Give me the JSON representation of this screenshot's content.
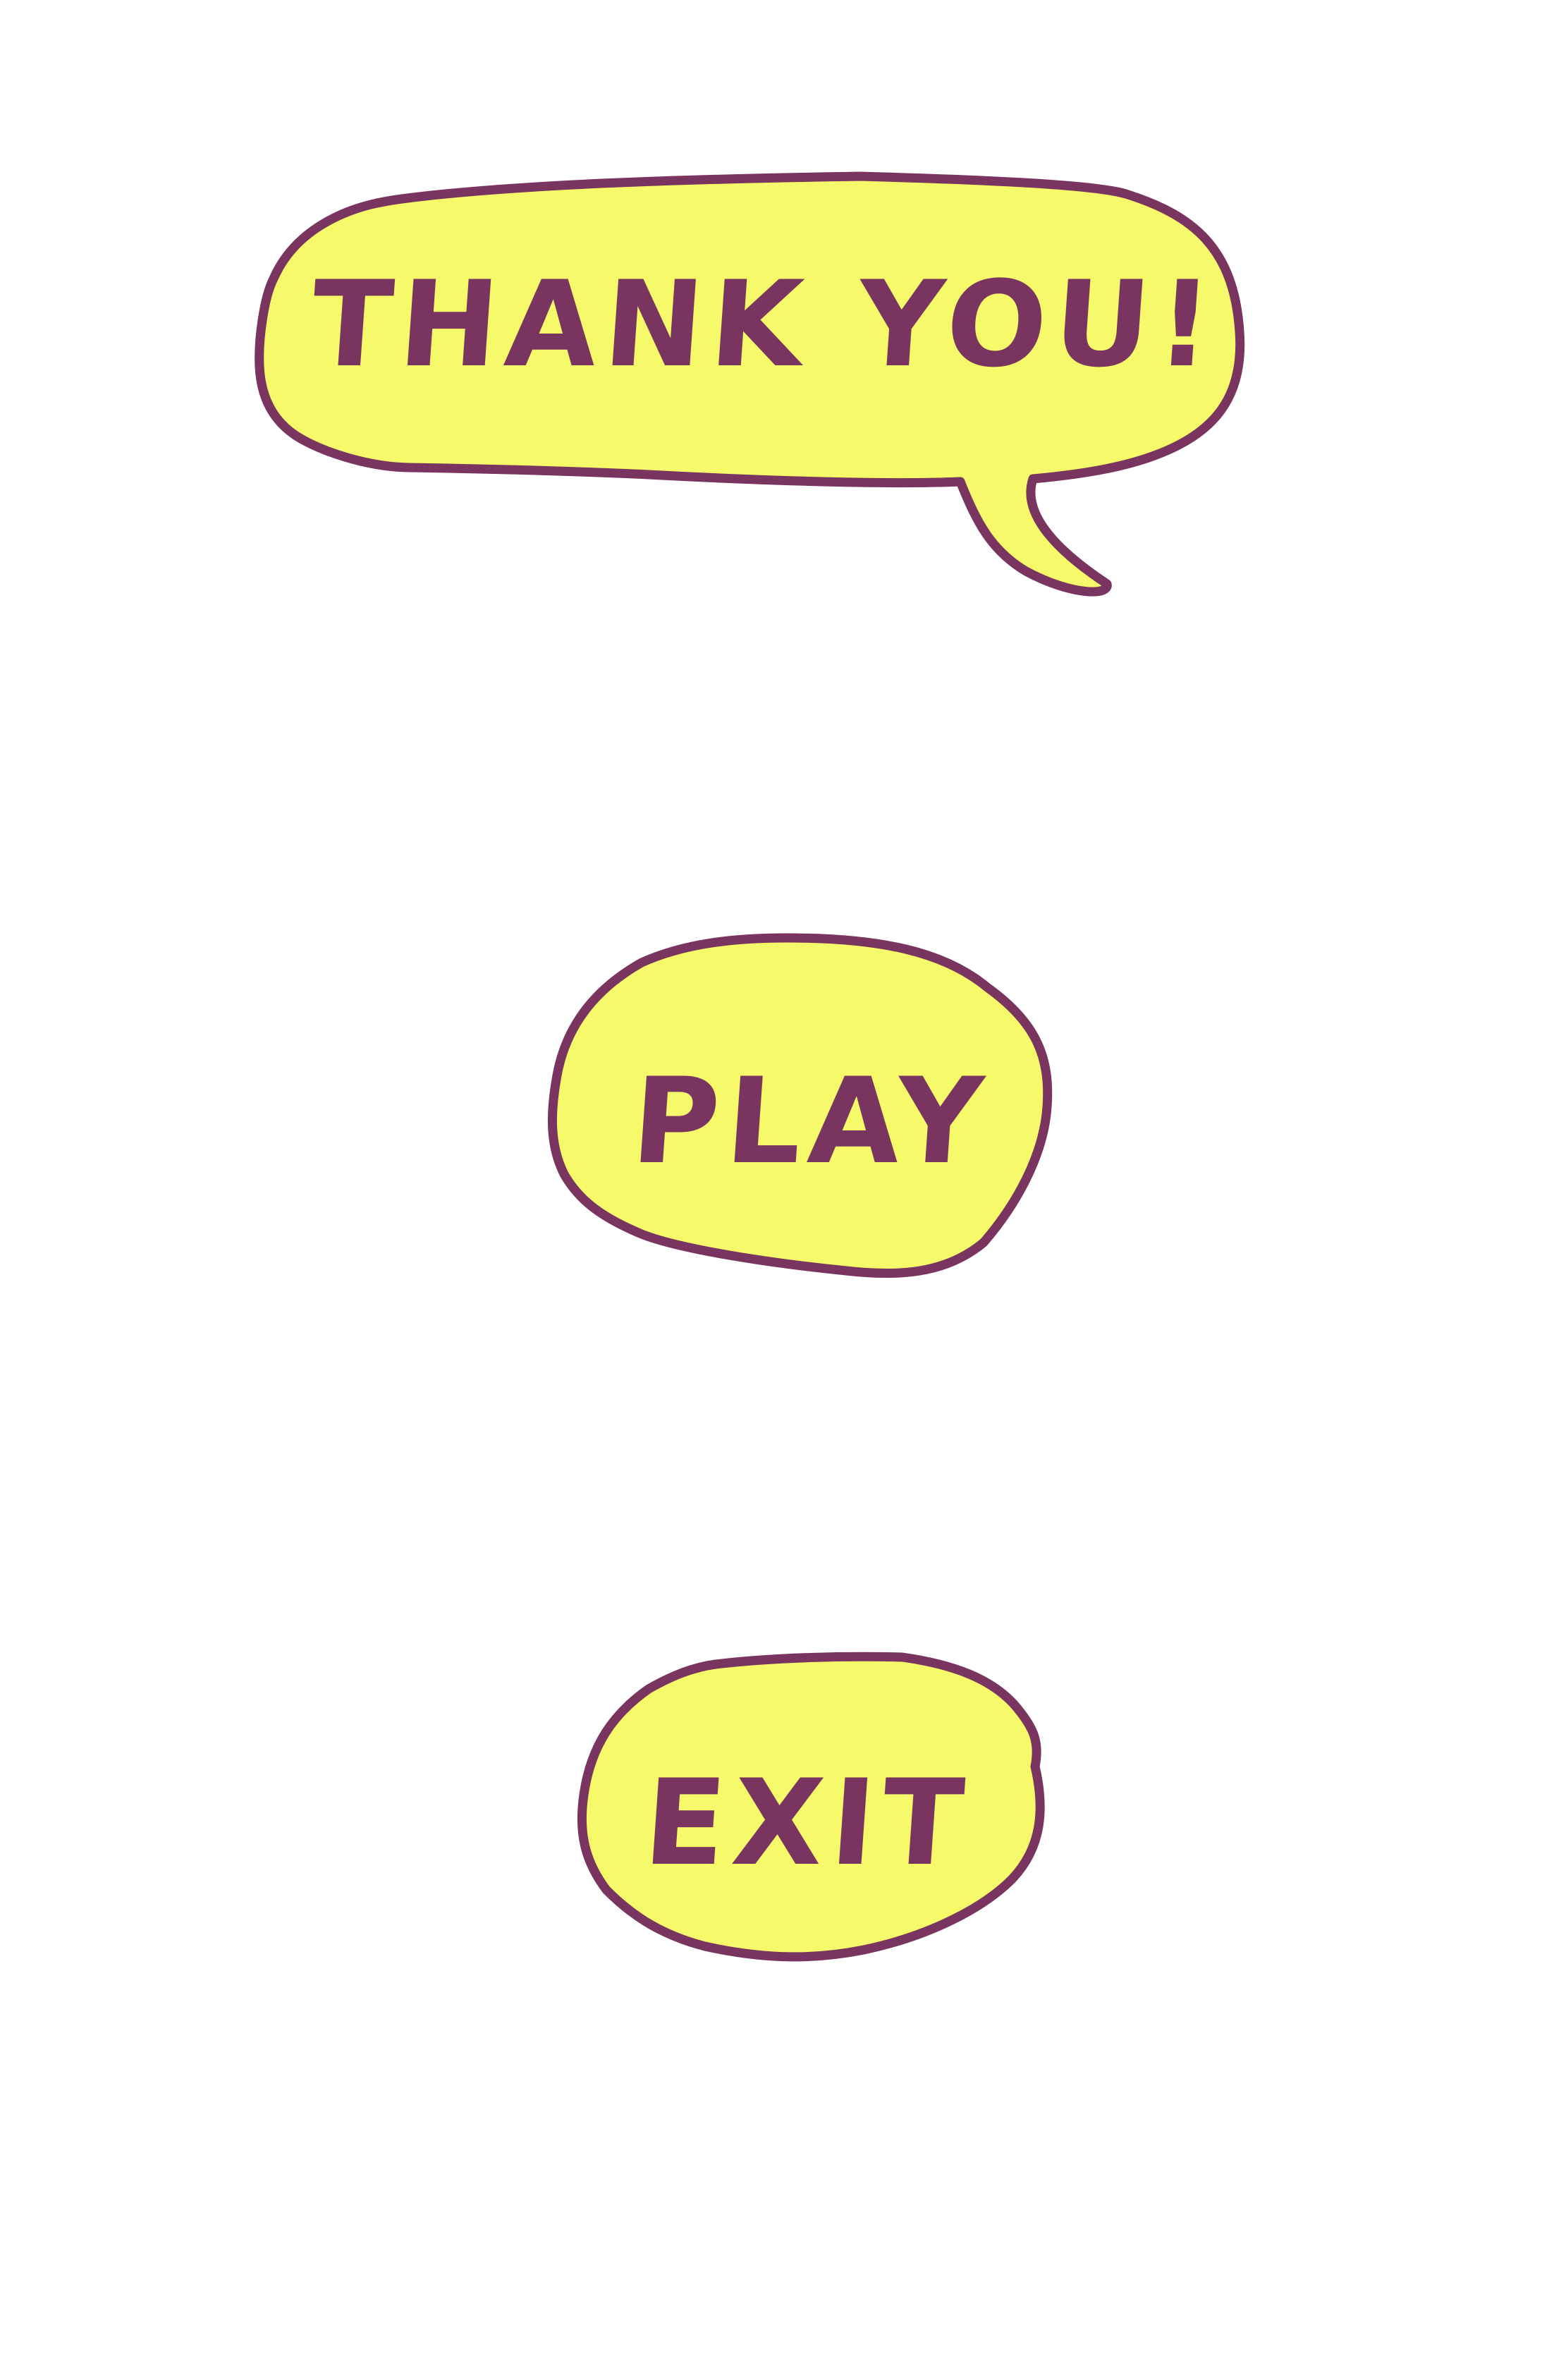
{
  "title_bubble": {
    "text": "THANK YOU!"
  },
  "menu": {
    "play_label": "PLAY",
    "exit_label": "EXIT"
  },
  "colors": {
    "bubble_fill": "#F6FA6A",
    "outline": "#7A3460",
    "text": "#7A3460",
    "background": "#FFFFFF"
  }
}
